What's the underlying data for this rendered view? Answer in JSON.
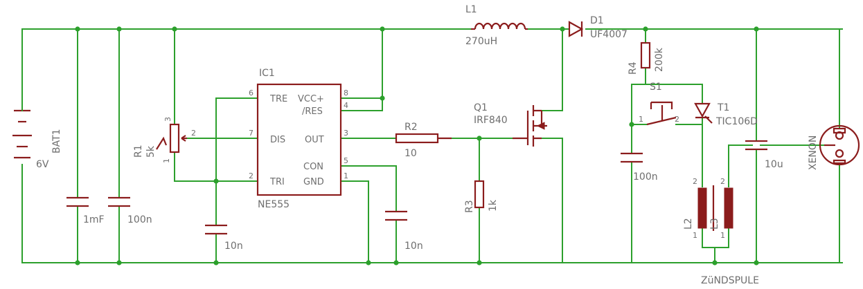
{
  "components": {
    "bat1": {
      "name": "BAT1",
      "value": "6V"
    },
    "c_1mf": {
      "value": "1mF"
    },
    "c_100n_a": {
      "value": "100n"
    },
    "r1": {
      "name": "R1",
      "value": "5k",
      "pin1": "1",
      "pin2": "2",
      "pin3": "3"
    },
    "c_10n_a": {
      "value": "10n"
    },
    "ic1": {
      "name": "IC1",
      "value": "NE555",
      "pins": {
        "tre": "TRE",
        "dis": "DIS",
        "tri": "TRI",
        "vcc": "VCC+",
        "res": "/RES",
        "out": "OUT",
        "con": "CON",
        "gnd": "GND"
      },
      "pinnums": {
        "p6": "6",
        "p7": "7",
        "p2": "2",
        "p8": "8",
        "p4": "4",
        "p3": "3",
        "p5": "5",
        "p1": "1"
      }
    },
    "c_10n_b": {
      "value": "10n"
    },
    "r2": {
      "name": "R2",
      "value": "10"
    },
    "r3": {
      "name": "R3",
      "value": "1k"
    },
    "q1": {
      "name": "Q1",
      "value": "IRF840"
    },
    "l1": {
      "name": "L1",
      "value": "270uH"
    },
    "d1": {
      "name": "D1",
      "value": "UF4007"
    },
    "r4": {
      "name": "R4",
      "value": "200k"
    },
    "s1": {
      "name": "S1",
      "pin1": "1",
      "pin2": "2"
    },
    "c_100n_b": {
      "value": "100n"
    },
    "t1": {
      "name": "T1",
      "value": "TIC106D"
    },
    "l2": {
      "name": "L2",
      "pin1": "1",
      "pin2": "2"
    },
    "l3": {
      "name": "L3",
      "pin1": "1",
      "pin2": "2"
    },
    "transformer": {
      "value": "ZüNDSPULE"
    },
    "c_10u": {
      "value": "10u"
    },
    "xenon": {
      "value": "XENON"
    }
  }
}
